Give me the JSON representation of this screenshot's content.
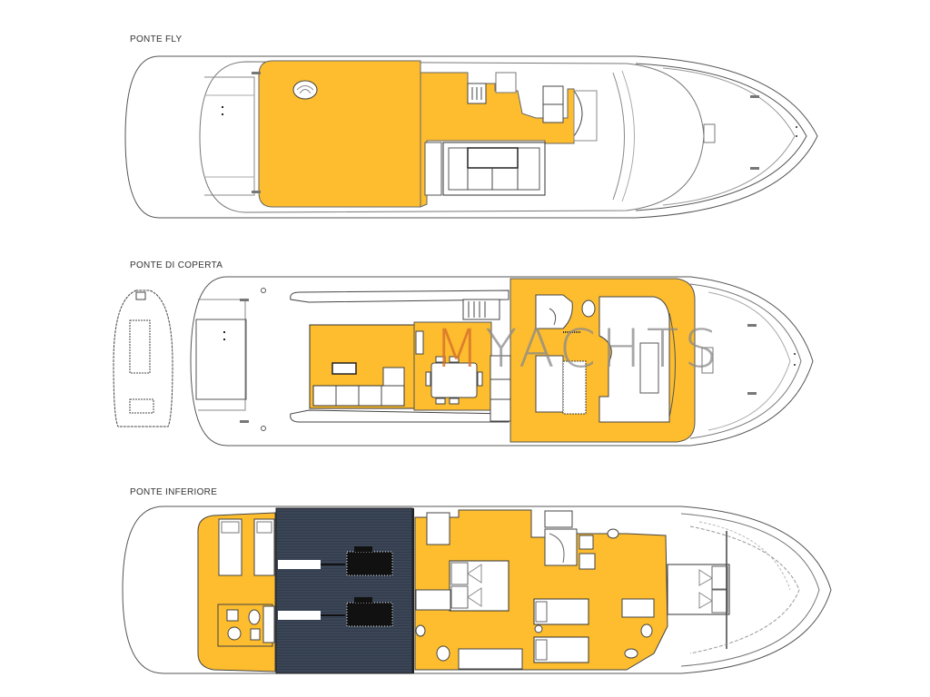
{
  "decks": [
    {
      "id": "fly",
      "label": "PONTE FLY"
    },
    {
      "id": "main",
      "label": "PONTE DI COPERTA"
    },
    {
      "id": "lower",
      "label": "PONTE INFERIORE"
    }
  ],
  "watermark": {
    "first": "M",
    "rest": "YACHTS"
  },
  "colors": {
    "floor": "#FDBD2E",
    "engine_room": "#3A4556",
    "hull_line": "#555555",
    "watermark_accent": "#D9752C",
    "watermark_text": "#8A8A8A"
  }
}
